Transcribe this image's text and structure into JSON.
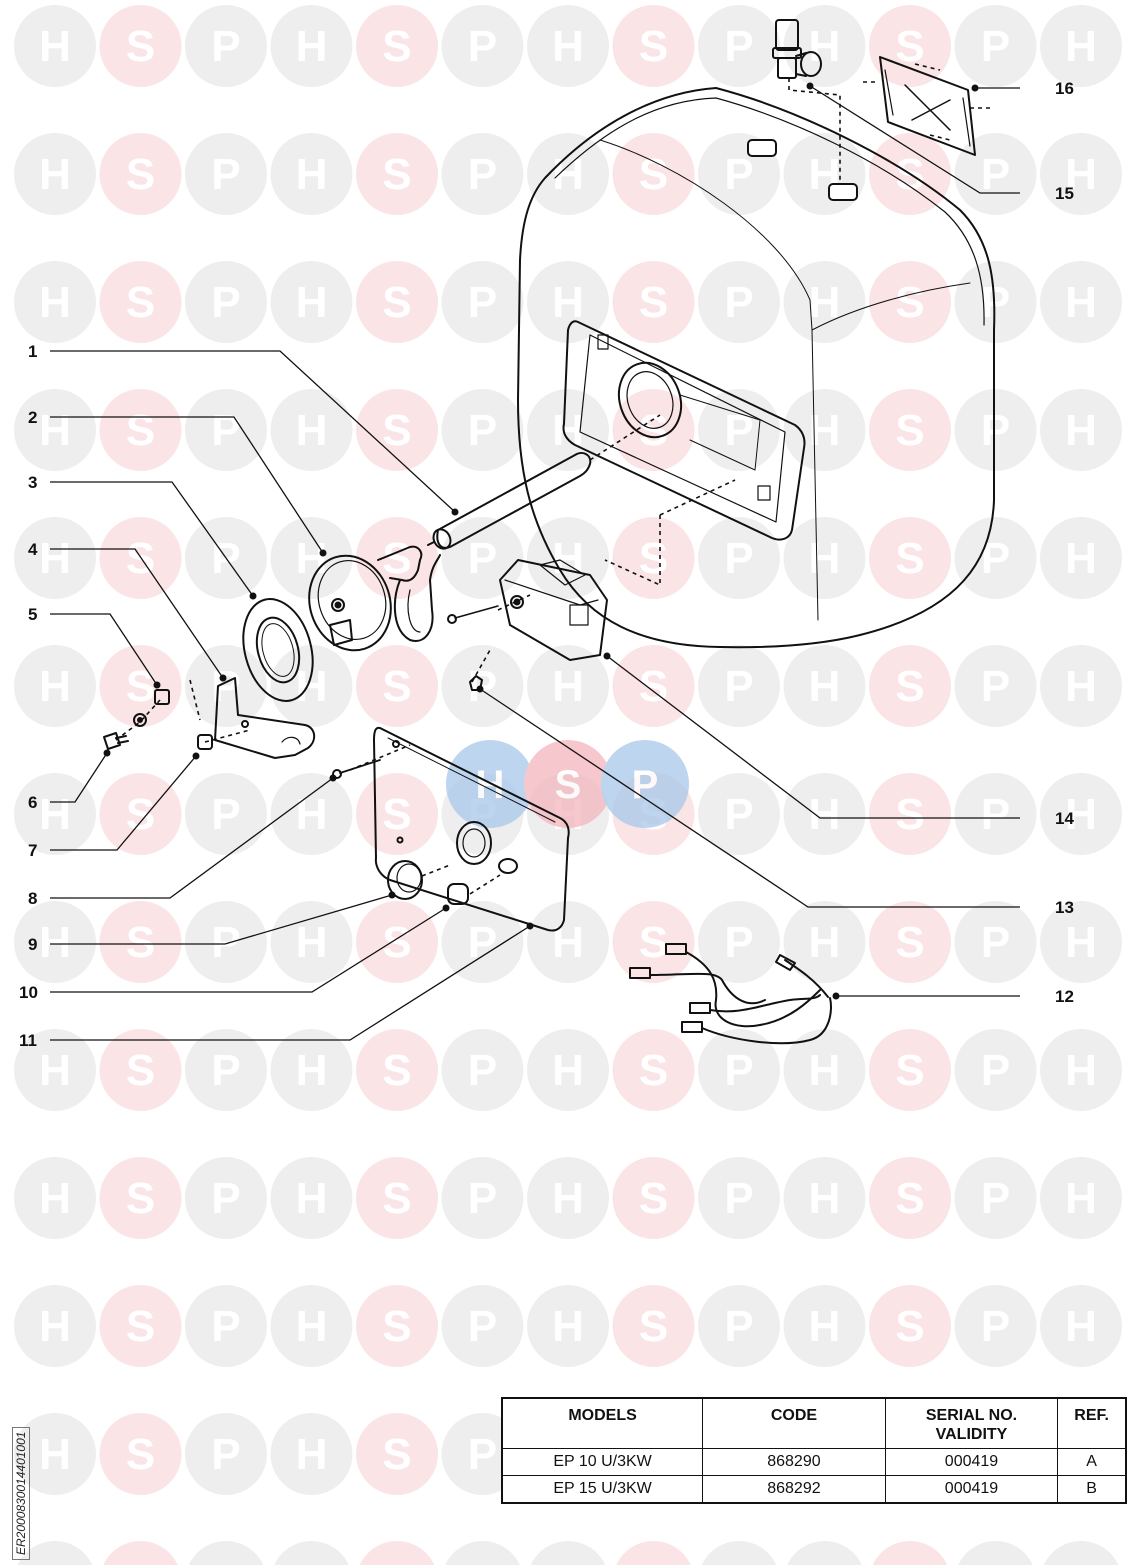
{
  "watermark": {
    "letters": [
      "H",
      "S",
      "P"
    ],
    "colors": {
      "circle": "#eeeeee",
      "accent_circle": "#fbe4e6",
      "letter": "#ffffff"
    }
  },
  "callouts": [
    "1",
    "2",
    "3",
    "4",
    "5",
    "6",
    "7",
    "8",
    "9",
    "10",
    "11",
    "12",
    "13",
    "14",
    "15",
    "16"
  ],
  "models_table": {
    "headers": {
      "models": "MODELS",
      "code": "CODE",
      "serial_line1": "SERIAL NO.",
      "serial_line2": "VALIDITY",
      "ref": "REF."
    },
    "rows": [
      {
        "model": "EP 10 U/3KW",
        "code": "868290",
        "serial": "000419",
        "ref": "A"
      },
      {
        "model": "EP 15 U/3KW",
        "code": "868292",
        "serial": "000419",
        "ref": "B"
      }
    ]
  },
  "doc_ref": "ER2000830014401001",
  "colors": {
    "line": "#111111",
    "accent_red": "#e0a0a8",
    "center_logo_blue": "#a8c8ea"
  }
}
